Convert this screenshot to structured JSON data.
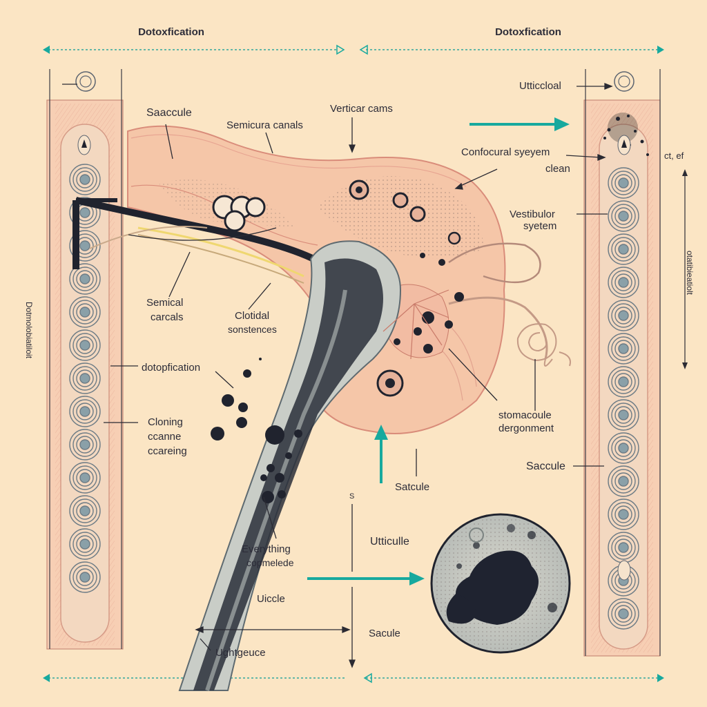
{
  "headers": {
    "left": "Dotoxfication",
    "right": "Dotoxfication"
  },
  "side_labels": {
    "left_vertical": "Dotmolobiatiloit",
    "right_vertical": "otatibieatiolt",
    "right_top_small": "ct, ef"
  },
  "labels": {
    "saccule_top": "Saaccule",
    "semicircular_canals_top": "Semicura canals",
    "vertical_cams": "Verticar cams",
    "utricle_top_right": "Utticcloal",
    "confocural_system": "Confocural syeyem",
    "clean": "clean",
    "vestibular_system_line1": "Vestibulor",
    "vestibular_system_line2": "syetem",
    "semical_canals_line1": "Semical",
    "semical_canals_line2": "carcals",
    "clotical_line1": "Clotidal",
    "clotical_line2": "sonstences",
    "dotopfication": "dotopfication",
    "cloning_line1": "Cloning",
    "cloning_line2": "ccanne",
    "cloning_line3": "ccareing",
    "stomacoule_line1": "stomacoule",
    "stomacoule_line2": "dergonment",
    "saccule_right": "Saccule",
    "saccule_center": "Satcule",
    "utricule_center": "Utticulle",
    "everything_line1": "Everything",
    "everything_line2": "copmelede",
    "uticcle": "Uiccle",
    "saccule_bottom": "Sacule",
    "ughtgeuce": "Ughtgeuce",
    "s_mark": "S"
  },
  "colors": {
    "background": "#fbe5c4",
    "tissue_pink": "#f5c6a8",
    "tissue_line": "#d98c7a",
    "dark_ink": "#20232e",
    "teal_arrow": "#17a99e",
    "coil_blue": "#8aa0a8"
  }
}
